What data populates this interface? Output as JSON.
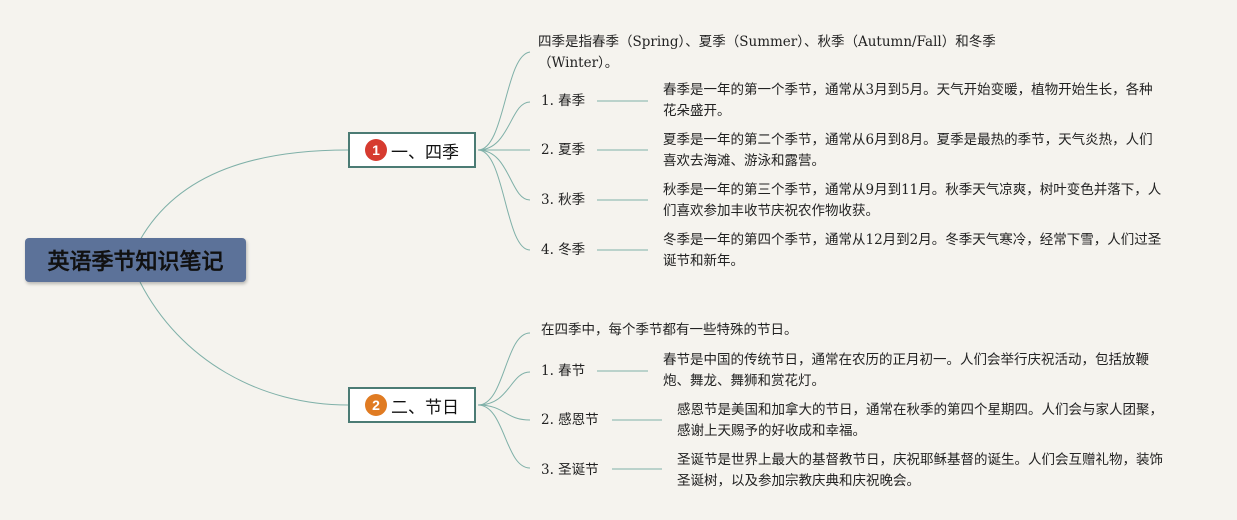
{
  "root": {
    "title": "英语季节知识笔记"
  },
  "colors": {
    "root_bg": "#5c7299",
    "badge1": "#d63b2f",
    "badge2": "#e07b22",
    "branch_border": "#4b7b74",
    "line": "#7fb0a8"
  },
  "branches": [
    {
      "number": "1",
      "label": "一、四季",
      "summary": "四季是指春季（Spring）、夏季（Summer）、秋季（Autumn/Fall）和冬季（Winter）。",
      "items": [
        {
          "label": "1. 春季",
          "detail": "春季是一年的第一个季节，通常从3月到5月。天气开始变暖，植物开始生长，各种花朵盛开。"
        },
        {
          "label": "2. 夏季",
          "detail": "夏季是一年的第二个季节，通常从6月到8月。夏季是最热的季节，天气炎热，人们喜欢去海滩、游泳和露营。"
        },
        {
          "label": "3. 秋季",
          "detail": "秋季是一年的第三个季节，通常从9月到11月。秋季天气凉爽，树叶变色并落下，人们喜欢参加丰收节庆祝农作物收获。"
        },
        {
          "label": "4. 冬季",
          "detail": "冬季是一年的第四个季节，通常从12月到2月。冬季天气寒冷，经常下雪，人们过圣诞节和新年。"
        }
      ]
    },
    {
      "number": "2",
      "label": "二、节日",
      "summary": "在四季中，每个季节都有一些特殊的节日。",
      "items": [
        {
          "label": "1. 春节",
          "detail": "春节是中国的传统节日，通常在农历的正月初一。人们会举行庆祝活动，包括放鞭炮、舞龙、舞狮和赏花灯。"
        },
        {
          "label": "2. 感恩节",
          "detail": "感恩节是美国和加拿大的节日，通常在秋季的第四个星期四。人们会与家人团聚，感谢上天赐予的好收成和幸福。"
        },
        {
          "label": "3. 圣诞节",
          "detail": "圣诞节是世界上最大的基督教节日，庆祝耶稣基督的诞生。人们会互赠礼物，装饰圣诞树，以及参加宗教庆典和庆祝晚会。"
        }
      ]
    }
  ]
}
